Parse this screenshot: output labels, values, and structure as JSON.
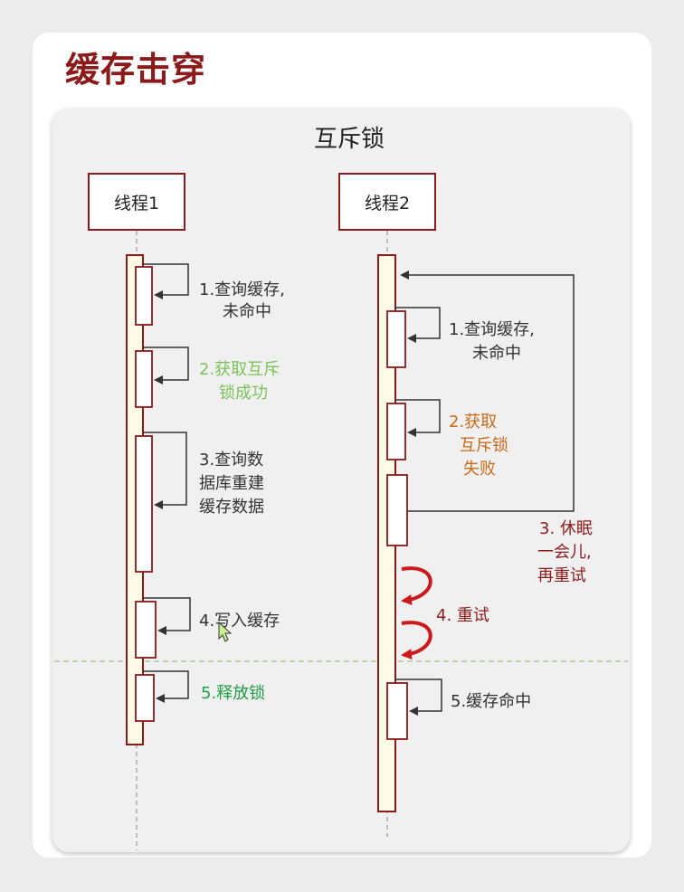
{
  "slide_title": "缓存击穿",
  "diagram": {
    "title": "互斥锁",
    "thread1": {
      "label": "线程1",
      "steps": [
        {
          "lines": [
            "1.查询缓存,",
            "未命中"
          ],
          "color": "#333333"
        },
        {
          "lines": [
            "2.获取互斥",
            "锁成功"
          ],
          "color": "#7cc35a"
        },
        {
          "lines": [
            "3.查询数",
            "据库重建",
            "缓存数据"
          ],
          "color": "#333333"
        },
        {
          "lines": [
            "4.写入缓存"
          ],
          "color": "#333333"
        },
        {
          "lines": [
            "5.释放锁"
          ],
          "color": "#1e9e46"
        }
      ]
    },
    "thread2": {
      "label": "线程2",
      "steps": [
        {
          "lines": [
            "1.查询缓存,",
            "未命中"
          ],
          "color": "#333333"
        },
        {
          "lines": [
            "2.获取",
            "互斥锁",
            "失败"
          ],
          "color": "#cc6a1a"
        },
        {
          "lines": [
            "3. 休眠",
            "一会儿,",
            "再重试"
          ],
          "color": "#8b1a1a"
        },
        {
          "lines": [
            "4. 重试"
          ],
          "color": "#8b1a1a"
        },
        {
          "lines": [
            "5.缓存命中"
          ],
          "color": "#333333"
        }
      ]
    },
    "colors": {
      "box_border": "#8b1a1a",
      "lifeline_fill": "#fffbe6",
      "activation_fill": "#ffffff",
      "arrow": "#333333",
      "retry_arrow": "#cc1a1a",
      "divider": "#b8c898"
    }
  }
}
